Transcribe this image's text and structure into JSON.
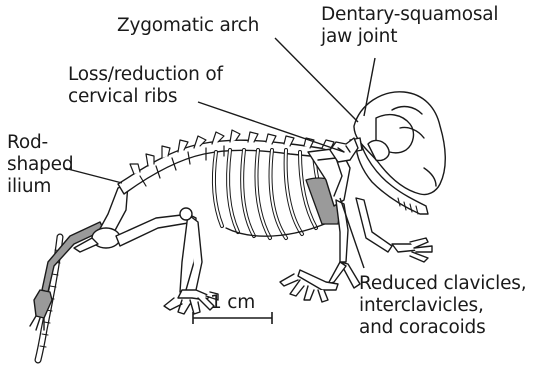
{
  "labels": {
    "zygomatic_arch": "Zygomatic arch",
    "jaw_joint": [
      "Dentary-squamosal",
      "jaw joint"
    ],
    "cervical_ribs": [
      "Loss/reduction of",
      "cervical ribs"
    ],
    "ilium": [
      "Rod-",
      "shaped",
      "ilium"
    ],
    "clavicles": [
      "Reduced clavicles,",
      "interclavicles,",
      "and coracoids"
    ]
  },
  "scale_bar": {
    "label": "1 cm"
  },
  "colors": {
    "ink": "#1a1a1a",
    "bone": "#ffffff",
    "shade": "#9a9a9a"
  }
}
